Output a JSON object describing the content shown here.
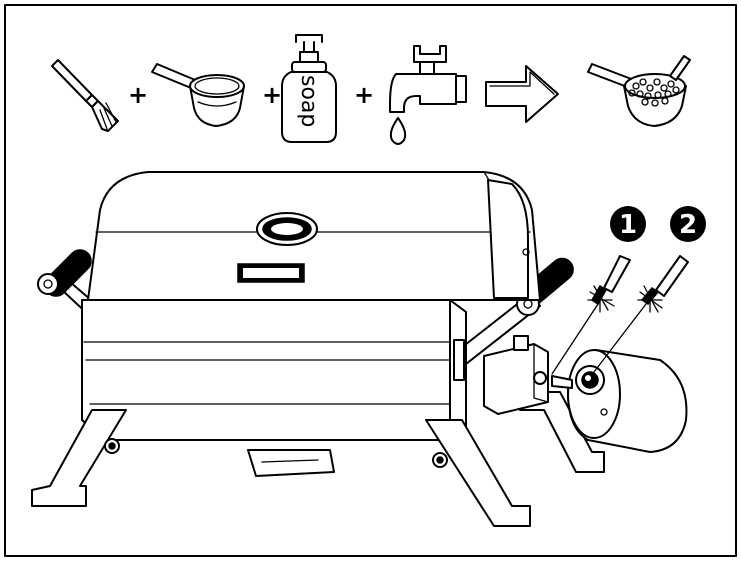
{
  "diagram": {
    "soap_label": "soap",
    "plus_sign": "+",
    "step_badges": [
      "1",
      "2"
    ],
    "icons": [
      "brush-icon",
      "pot-icon",
      "soap-bottle-icon",
      "water-tap-icon",
      "arrow-right-icon",
      "brush-in-soapy-water-icon"
    ],
    "colors": {
      "line": "#000000",
      "background": "#ffffff"
    }
  }
}
